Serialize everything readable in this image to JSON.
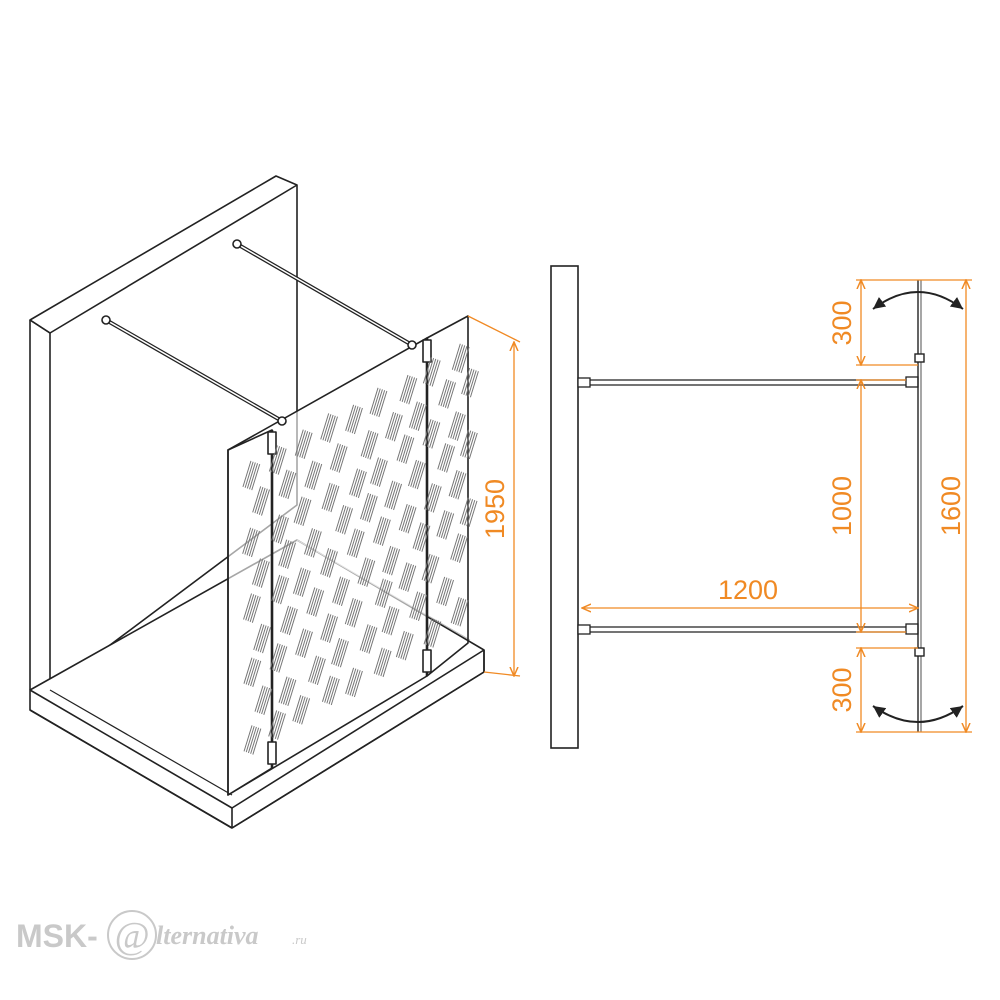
{
  "colors": {
    "line": "#222222",
    "dimension": "#f08a24",
    "watermark": "#c9c9c9",
    "glass_pattern": "#777777"
  },
  "isometric_view": {
    "height_label": "1950"
  },
  "plan_view": {
    "dimensions": {
      "top_swing": "300",
      "bar_spacing": "1000",
      "bottom_swing": "300",
      "total_length": "1600",
      "bar_length": "1200"
    },
    "icons": [
      "swing-arrow-icon",
      "swing-arrow-icon"
    ]
  },
  "watermark": {
    "prefix": "MSK-",
    "at_symbol": "@",
    "suffix": "lternativa",
    "tld": ".ru"
  }
}
